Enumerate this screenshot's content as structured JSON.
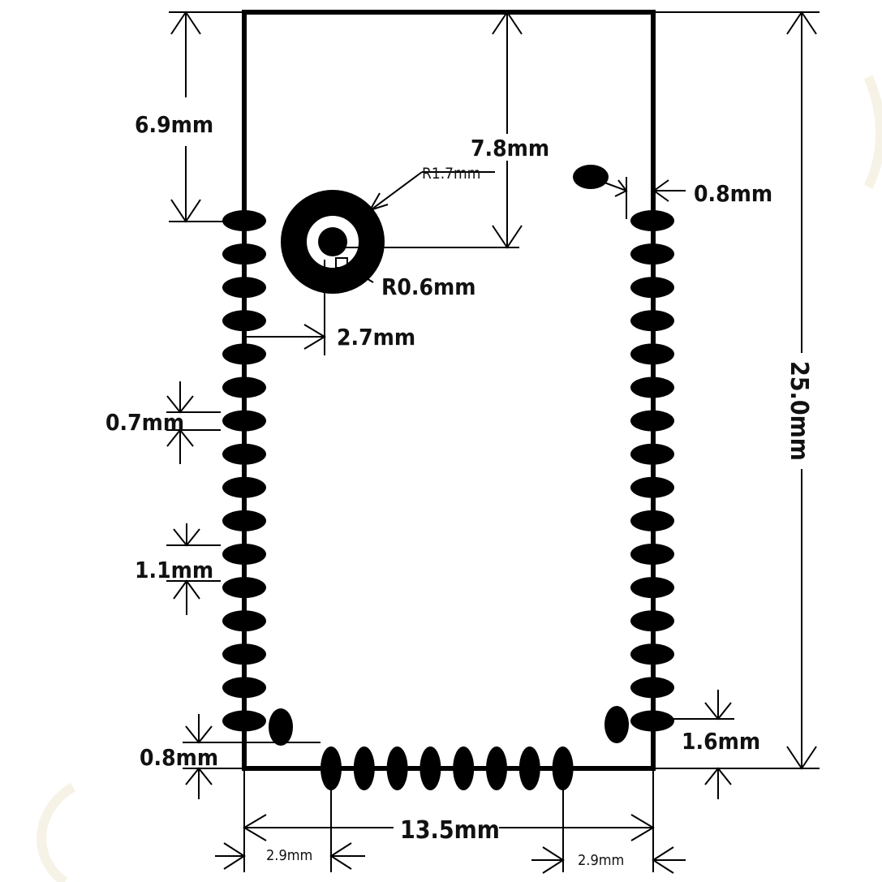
{
  "diagram": {
    "colors": {
      "ink": "#000000",
      "background": "#ffffff",
      "watermark": "#f6f2e6"
    },
    "dimensions": {
      "top_to_first_pad": "6.9mm",
      "top_to_antenna": "7.8mm",
      "antenna_outer_radius": "R1.7mm",
      "antenna_inner_radius": "R0.6mm",
      "edge_to_antenna": "2.7mm",
      "pad_width": "0.7mm",
      "pad_pitch": "1.1mm",
      "corner_pad_gap": "0.8mm",
      "right_edge_offset": "0.8mm",
      "overall_height": "25.0mm",
      "right_bottom_offset": "1.6mm",
      "overall_width": "13.5mm",
      "left_bottom_inset": "2.9mm",
      "right_bottom_inset": "2.9mm"
    }
  }
}
